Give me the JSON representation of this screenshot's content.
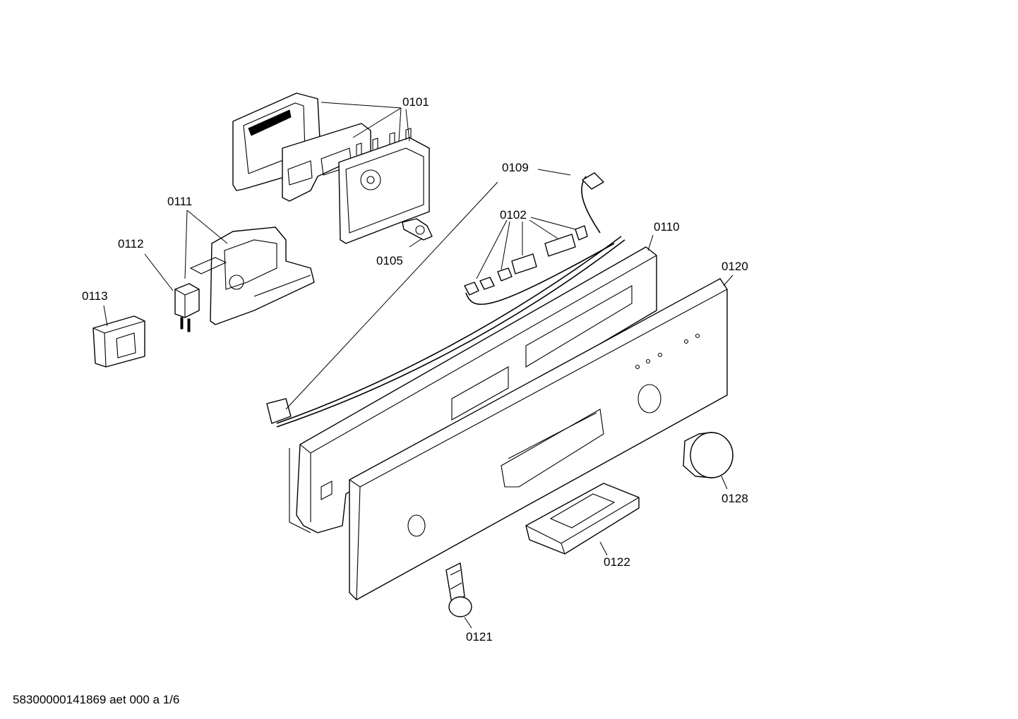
{
  "diagram": {
    "labels": {
      "p0101": "0101",
      "p0102": "0102",
      "p0105": "0105",
      "p0109": "0109",
      "p0110": "0110",
      "p0111": "0111",
      "p0112": "0112",
      "p0113": "0113",
      "p0120": "0120",
      "p0121": "0121",
      "p0122": "0122",
      "p0128": "0128"
    },
    "footer": "58300000141869 aet 000 a 1/6"
  }
}
